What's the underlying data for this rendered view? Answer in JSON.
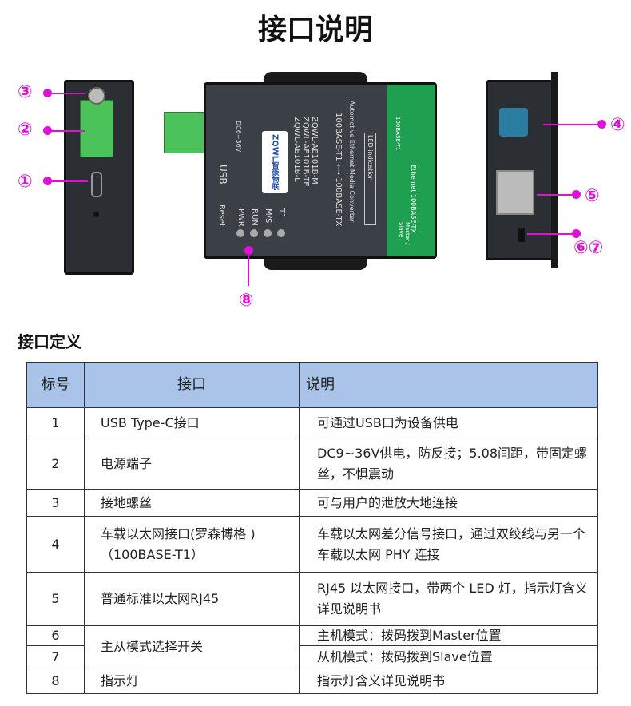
{
  "title": "接口说明",
  "markers": [
    "①",
    "②",
    "③",
    "④",
    "⑤",
    "⑥⑦",
    "⑧"
  ],
  "device": {
    "usb": "USB",
    "reset": "Reset",
    "leds": [
      "PWR",
      "RUN",
      "M/S",
      "T1"
    ],
    "models": [
      "ZQWL-AE101B-M",
      "ZQWL-AE101B-TE",
      "ZQWL-AE101B-L"
    ],
    "link": "100BASE-T1 ⟷ 100BASE-TX",
    "desc": "Automotive Ethernet Media Converter",
    "brand": "ZQWL",
    "brand_cn": "智嵌物联",
    "power": "DC6~36V",
    "led_title": "LED indication",
    "ethernet": "Ethernet 100BASE-TX",
    "t1": "100BASE-T1",
    "switch": "Master / Slave"
  },
  "section_title": "接口定义",
  "table": {
    "headers": [
      "标号",
      "接口",
      "说明"
    ],
    "rows": [
      {
        "n": "1",
        "i": "USB  Type-C接口",
        "d": "可通过USB口为设备供电"
      },
      {
        "n": "2",
        "i": "电源端子",
        "d": "DC9~36V供电，防反接；5.08间距，带固定螺丝，不惧震动"
      },
      {
        "n": "3",
        "i": "接地螺丝",
        "d": "可与用户的泄放大地连接"
      },
      {
        "n": "4",
        "i": "车载以太网接口(罗森博格 )（100BASE-T1）",
        "d": "车载以太网差分信号接口，通过双绞线与另一个车载以太网 PHY 连接"
      },
      {
        "n": "5",
        "i": "普通标准以太网RJ45",
        "d": "RJ45 以太网接口，带两个 LED 灯，指示灯含义详见说明书"
      },
      {
        "n": "6",
        "i": "主从模式选择开关",
        "d": "主机模式：拨码拨到Master位置"
      },
      {
        "n": "7",
        "i": "",
        "d": "从机模式：拨码拨到Slave位置"
      },
      {
        "n": "8",
        "i": "指示灯",
        "d": "指示灯含义详见说明书"
      }
    ]
  }
}
